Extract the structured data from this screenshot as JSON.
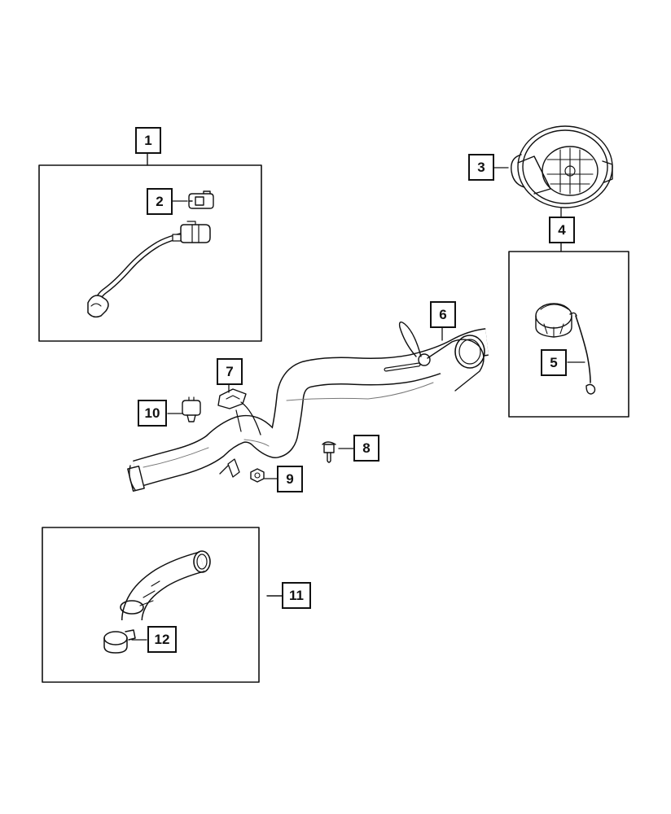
{
  "diagram": {
    "callouts": [
      {
        "id": "1",
        "label": "1"
      },
      {
        "id": "2",
        "label": "2"
      },
      {
        "id": "3",
        "label": "3"
      },
      {
        "id": "4",
        "label": "4"
      },
      {
        "id": "5",
        "label": "5"
      },
      {
        "id": "6",
        "label": "6"
      },
      {
        "id": "7",
        "label": "7"
      },
      {
        "id": "8",
        "label": "8"
      },
      {
        "id": "9",
        "label": "9"
      },
      {
        "id": "10",
        "label": "10"
      },
      {
        "id": "11",
        "label": "11"
      },
      {
        "id": "12",
        "label": "12"
      }
    ],
    "parts": {
      "kit_1": "vapor-hose-kit",
      "part_2": "hose-connector",
      "part_3": "fuel-filler-door-housing",
      "kit_4": "fuel-cap-kit",
      "part_5": "fuel-cap-with-tether",
      "part_6": "fuel-filler-tube",
      "part_7": "filler-tube-bracket",
      "part_8": "push-pin-retainer",
      "part_9": "hex-nut",
      "part_10": "hose-clip",
      "kit_11": "filler-hose-kit",
      "part_12": "hose-clamp"
    },
    "colors": {
      "line": "#111111",
      "background": "#ffffff"
    }
  }
}
